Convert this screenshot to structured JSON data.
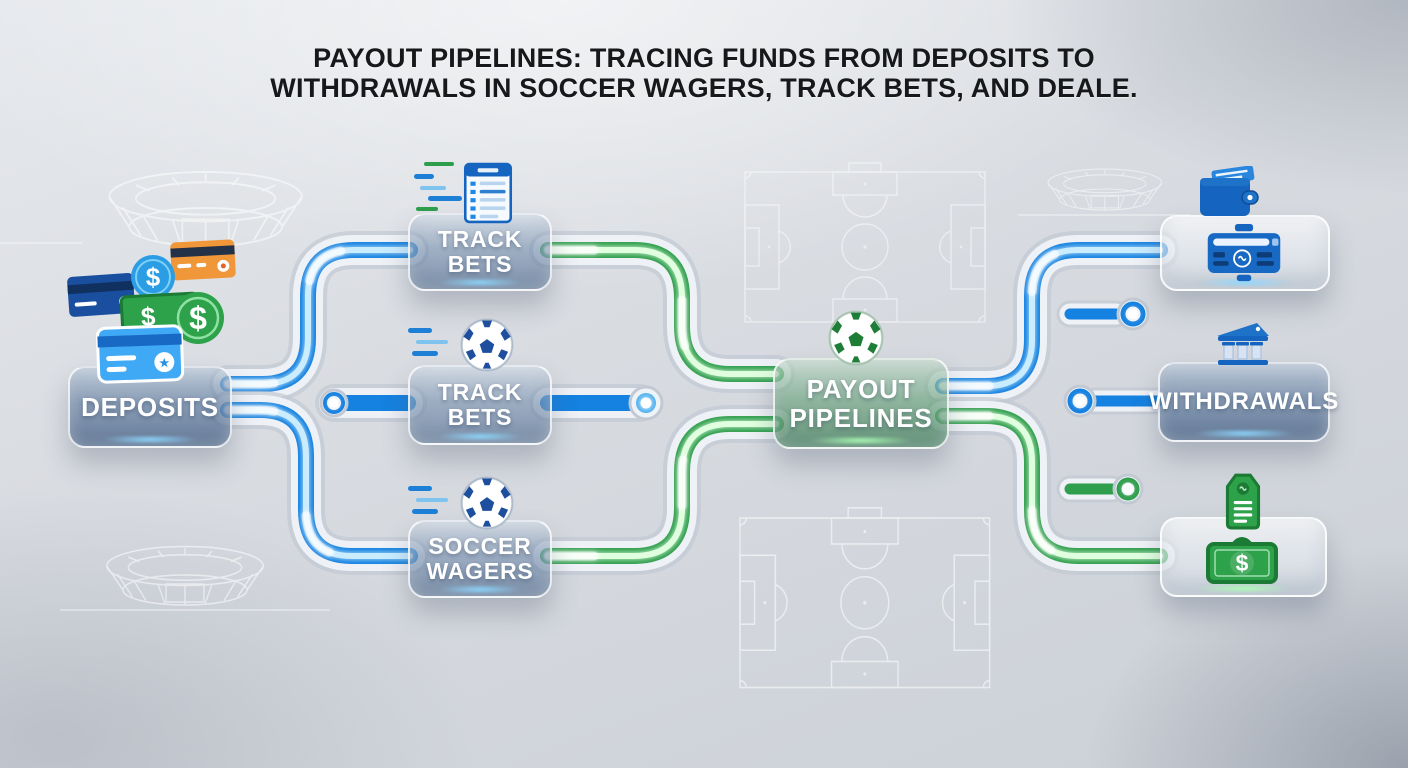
{
  "title": {
    "line1": "PAYOUT PIPELINES: TRACING FUNDS FROM DEPOSITS TO",
    "line2": "WITHDRAWALS IN SOCCER WAGERS, TRACK BETS, AND DEALE."
  },
  "nodes": {
    "deposits": {
      "label": "DEPOSITS"
    },
    "track_bets_top": {
      "line1": "TRACK",
      "line2": "BETS"
    },
    "track_bets_mid": {
      "line1": "TRACK",
      "line2": "BETS"
    },
    "soccer_wagers": {
      "line1": "SOCCER",
      "line2": "WAGERS"
    },
    "payout_pipelines": {
      "line1": "PAYOUT",
      "line2": "PIPELINES"
    },
    "withdrawals": {
      "label": "WITHDRAWALS"
    }
  },
  "icons": {
    "deposits": [
      "credit-card-orange-icon",
      "credit-card-navy-icon",
      "dollar-coin-blue-icon",
      "cash-bill-green-icon",
      "dollar-coin-green-icon",
      "credit-card-blue-star-icon"
    ],
    "track_bets_top": "betting-slip-icon",
    "track_bets_mid": "soccer-ball-blue-icon",
    "soccer_wagers": "soccer-ball-blue-icon",
    "payout_pipelines": "soccer-ball-green-icon",
    "cash_out_box": [
      "wallet-icon",
      "card-terminal-icon"
    ],
    "withdrawals": "bank-icon",
    "cash_payout_box": [
      "price-tag-icon",
      "money-bill-icon"
    ],
    "dollar_glyph": "$",
    "background": [
      "stadium-wireframe",
      "soccer-field-outline"
    ]
  },
  "colors": {
    "pipe_blue": "#1581e0",
    "pipe_blue_core": "#c9ecff",
    "pipe_green": "#2f9e4d",
    "pipe_green_core": "#e0ffdf",
    "accent_blue": "#1565c0",
    "accent_green": "#2ea14b",
    "title_text": "#17181a",
    "glass": "#f1f4f8"
  }
}
